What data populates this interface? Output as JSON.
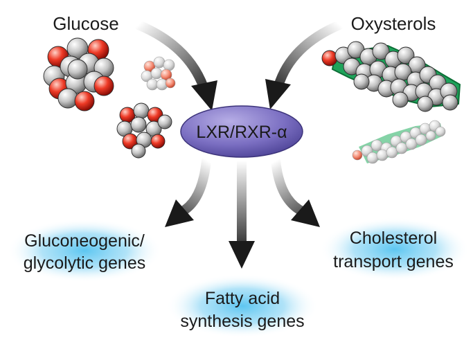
{
  "inputs": {
    "left": "Glucose",
    "right": "Oxysterols"
  },
  "receptor": {
    "label": "LXR/RXR-α"
  },
  "outputs": {
    "gluconeogenic": [
      "Gluconeogenic/",
      "glycolytic genes"
    ],
    "fatty_acid": [
      "Fatty acid",
      "synthesis genes"
    ],
    "cholesterol": [
      "Cholesterol",
      "transport genes"
    ]
  },
  "colors": {
    "arrow_dark": "#1a1a1a",
    "receptor_fill": "#7b6fc2",
    "gene_glow": "#55c3f0",
    "atom_red": "#e8201b",
    "atom_gray": "#b8b8b8",
    "sterol_green": "#1ea35a"
  }
}
